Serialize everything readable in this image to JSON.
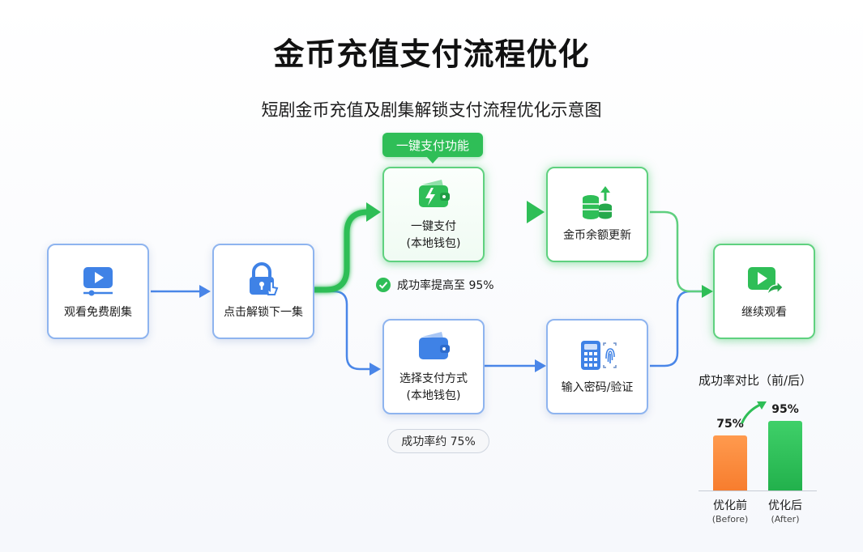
{
  "title": "金币充值支付流程优化",
  "subtitle": "短剧金币充值及剧集解锁支付流程优化示意图",
  "nodes": {
    "watch": {
      "label": "观看免费剧集",
      "icon": "video-play-icon"
    },
    "unlock": {
      "label": "点击解锁下一集",
      "icon": "lock-tap-icon"
    },
    "one_click": {
      "label_line1": "一键支付",
      "label_line2": "(本地钱包)",
      "icon": "wallet-lightning-icon"
    },
    "balance": {
      "label": "金币余额更新",
      "icon": "coin-stack-up-icon"
    },
    "select_method": {
      "label_line1": "选择支付方式",
      "label_line2": "(本地钱包)",
      "icon": "wallet-icon"
    },
    "password": {
      "label": "输入密码/验证",
      "icon": "keypad-fingerprint-icon"
    },
    "continue": {
      "label": "继续观看",
      "icon": "video-share-icon"
    }
  },
  "badge": {
    "label": "一键支付功能"
  },
  "optimized_note": "成功率提高至 95%",
  "original_note": "成功率约 75%",
  "colors": {
    "blue_path": "#4a86e8",
    "green_path": "#2fbe57",
    "before_bar": "#f77d2e",
    "after_bar": "#22b14c"
  },
  "chart_data": {
    "type": "bar",
    "title": "成功率对比（前/后）",
    "categories": [
      "优化前",
      "优化后"
    ],
    "categories_en": [
      "(Before)",
      "(After)"
    ],
    "values": [
      75,
      95
    ],
    "value_labels": [
      "75%",
      "95%"
    ],
    "ylim": [
      0,
      100
    ]
  }
}
